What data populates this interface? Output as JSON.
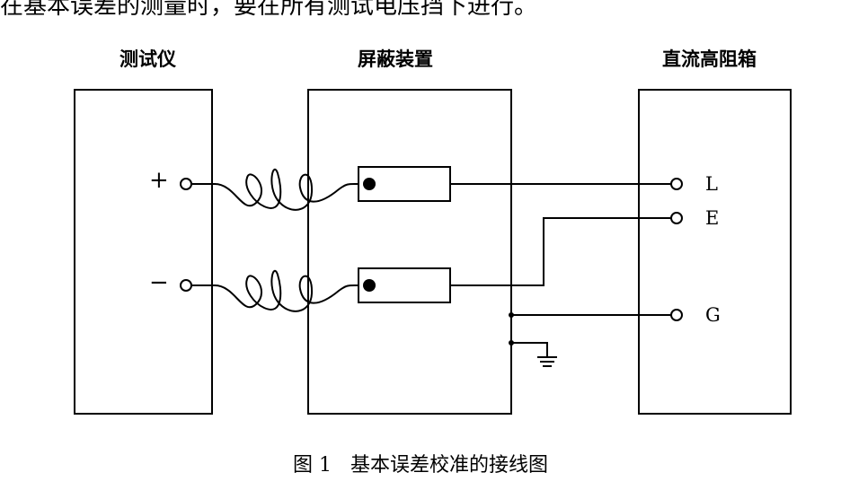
{
  "header_text": "在基本误差的测量时，要在所有测试电压挡下进行。",
  "boxes": {
    "tester": "测试仪",
    "shield": "屏蔽装置",
    "dc_box": "直流高阻箱"
  },
  "terminals": {
    "plus": "+",
    "minus": "−",
    "L": "L",
    "E": "E",
    "G": "G"
  },
  "caption": "图 1   基本误差校准的接线图"
}
